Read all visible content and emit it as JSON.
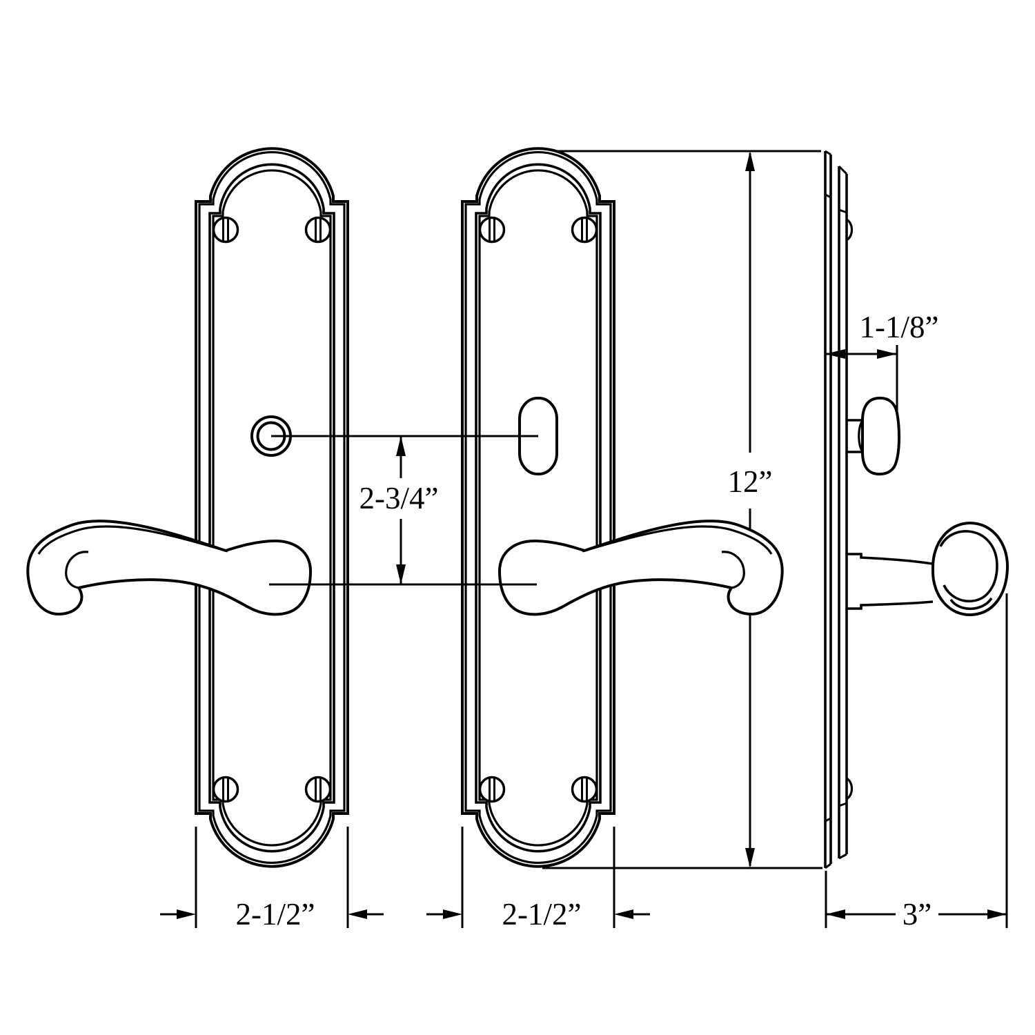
{
  "page": {
    "background": "#ffffff",
    "line_color": "#000000"
  },
  "drawing": {
    "views": {
      "left_plate": "escutcheon-plate-with-lever-and-turn-front-view",
      "right_plate": "escutcheon-plate-with-lever-and-oval-thumbturn-front-view",
      "side_profile": "plate-thumbturn-and-lever-side-profile-view"
    },
    "dimensions": {
      "left_plate_width": "2-1/2”",
      "right_plate_width": "2-1/2”",
      "turn_to_lever_spacing": "2-3/4”",
      "plate_height": "12”",
      "thumbturn_projection": "1-1/8”",
      "lever_projection": "3”"
    }
  }
}
